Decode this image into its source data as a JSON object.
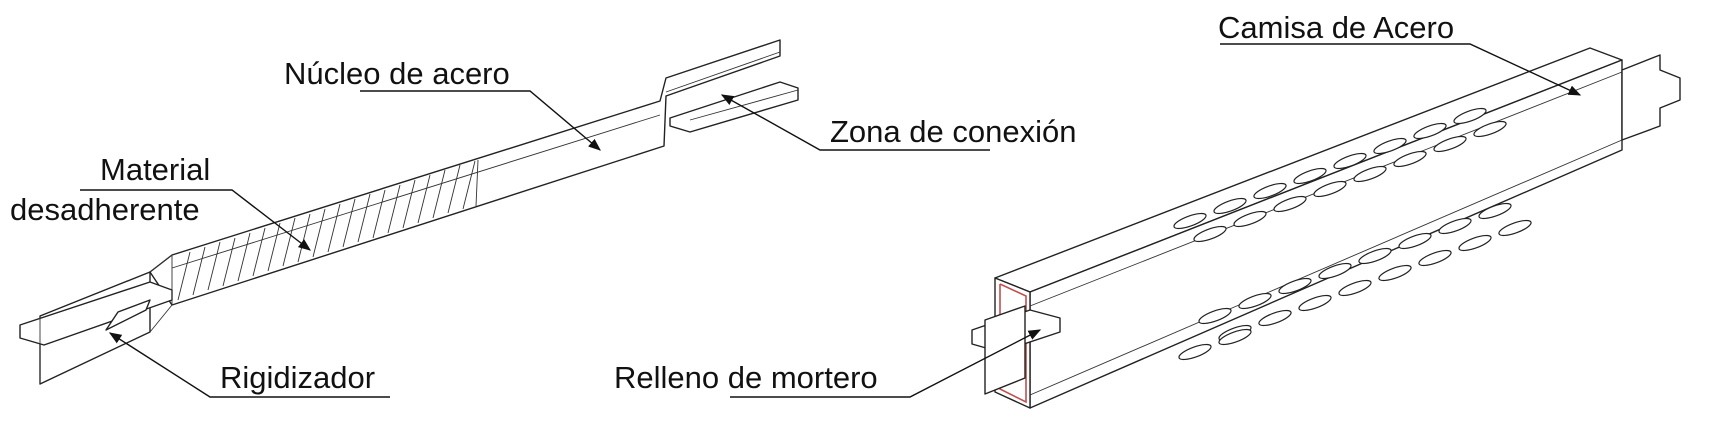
{
  "labels": {
    "steel_core": "Núcleo de acero",
    "connection_zone": "Zona de conexión",
    "unbonding_material_line1": "Material",
    "unbonding_material_line2": "desadherente",
    "stiffener": "Rigidizador",
    "steel_casing": "Camisa de Acero",
    "mortar_fill": "Relleno de mortero"
  },
  "colors": {
    "line": "#222222",
    "mortar_edge": "#c0504d"
  }
}
